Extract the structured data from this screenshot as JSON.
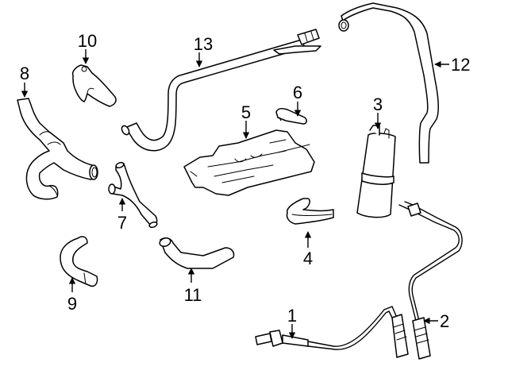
{
  "diagram": {
    "type": "exploded-parts-diagram",
    "background": "#ffffff",
    "line_color": "#000000",
    "callouts": [
      {
        "number": "1",
        "part": "sensor-lead-1"
      },
      {
        "number": "2",
        "part": "sensor-lead-2"
      },
      {
        "number": "3",
        "part": "canister"
      },
      {
        "number": "4",
        "part": "bracket-clip"
      },
      {
        "number": "5",
        "part": "shield-cover"
      },
      {
        "number": "6",
        "part": "small-clip"
      },
      {
        "number": "7",
        "part": "y-connector-tube"
      },
      {
        "number": "8",
        "part": "branched-hose"
      },
      {
        "number": "9",
        "part": "short-bent-hose"
      },
      {
        "number": "10",
        "part": "elbow-fitting"
      },
      {
        "number": "11",
        "part": "bent-hose"
      },
      {
        "number": "12",
        "part": "long-hose"
      },
      {
        "number": "13",
        "part": "pipe-with-bracket"
      }
    ]
  }
}
